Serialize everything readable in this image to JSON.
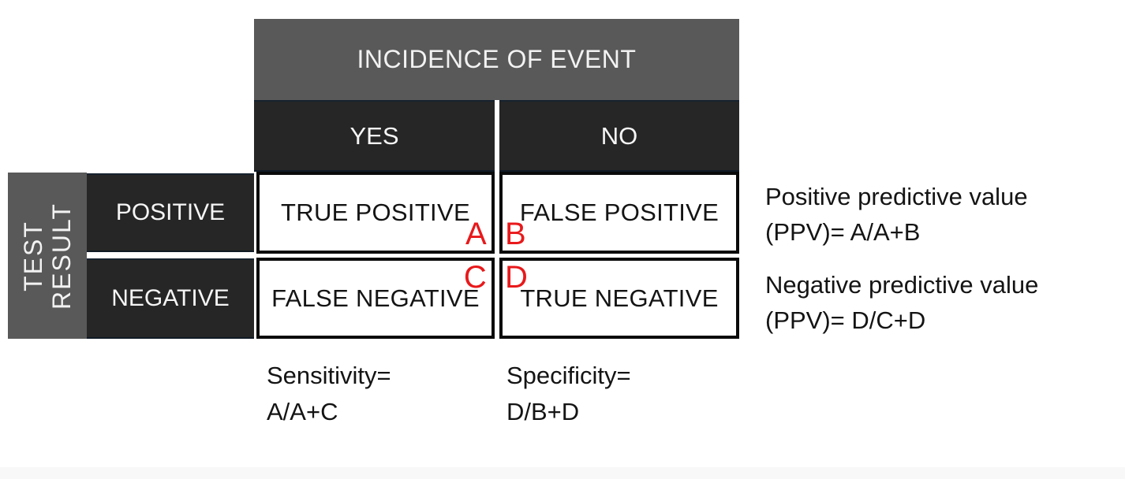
{
  "colors": {
    "header_gray": "#595959",
    "dark_cell": "#262626",
    "cell_border": "#0a0a0a",
    "letter_red": "#e8191b",
    "text_on_dark": "#f5f5f5",
    "text_dark": "#141414",
    "footer_strip": "#f8f8f8"
  },
  "table": {
    "column_group_label": "INCIDENCE OF EVENT",
    "column_headers": [
      "YES",
      "NO"
    ],
    "row_group_label": "TEST\nRESULT",
    "row_headers": [
      "POSITIVE",
      "NEGATIVE"
    ],
    "cells": [
      {
        "label": "TRUE POSITIVE",
        "letter": "A"
      },
      {
        "label": "FALSE POSITIVE",
        "letter": "B"
      },
      {
        "label": "FALSE NEGATIVE",
        "letter": "C"
      },
      {
        "label": "TRUE NEGATIVE",
        "letter": "D"
      }
    ]
  },
  "formulas": {
    "sensitivity": {
      "line1": "Sensitivity=",
      "line2": "A/A+C"
    },
    "specificity": {
      "line1": "Specificity=",
      "line2": "D/B+D"
    },
    "ppv": {
      "line1": "Positive predictive value",
      "line2": "(PPV)= A/A+B"
    },
    "npv": {
      "line1": "Negative predictive value",
      "line2": "(PPV)= D/C+D"
    }
  }
}
